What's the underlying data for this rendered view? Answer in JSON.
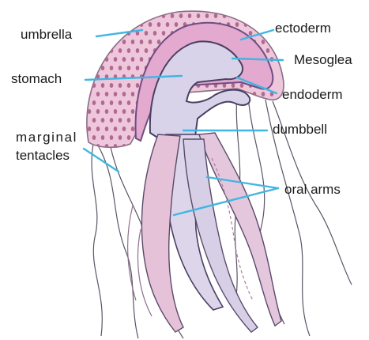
{
  "colors": {
    "bell_fill": "#efc7dc",
    "bell_edge": "#c9a3bf",
    "mesoglea": "#e3a9cf",
    "inner_canal": "#d9d3ea",
    "outline": "#3c3a50",
    "canal_line": "#7a4f8e",
    "leader": "#3fb6e3",
    "spots": "#b06a8e"
  },
  "labels": {
    "umbrella": "umbrella",
    "ectoderm": "ectoderm",
    "mesoglea": "Mesoglea",
    "stomach": "stomach",
    "endoderm": "endoderm",
    "dumbbell": "dumbbell",
    "marginal_line1": "marginal",
    "marginal_line2": "tentacles",
    "oral_arms": "oral arms"
  }
}
